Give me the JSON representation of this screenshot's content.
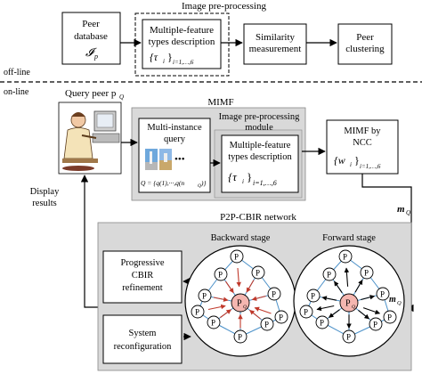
{
  "offline": {
    "section_label": "off-line",
    "header": "Image pre-processing",
    "peer_database": {
      "line1": "Peer",
      "line2": "database",
      "symbol": "𝓘",
      "subscript": "p"
    },
    "mfeature": {
      "line1": "Multiple-feature",
      "line2": "types description",
      "formula": "{τ",
      "formula_sub": "i",
      "formula_end": "}",
      "formula_range": "i=1,…,6"
    },
    "similarity": {
      "line1": "Similarity",
      "line2": "measurement"
    },
    "clustering": {
      "line1": "Peer",
      "line2": "clustering"
    }
  },
  "online": {
    "section_label": "on-line",
    "query_peer": "Query peer p",
    "query_peer_sub": "Q",
    "display_results": {
      "line1": "Display",
      "line2": "results"
    },
    "mimf_title": "MIMF",
    "multi_instance": {
      "line1": "Multi-instance",
      "line2": "query",
      "ellipsis": "•••",
      "set": "Q = {q(1),···,q(n",
      "set_sub": "Q",
      "set_end": ")}"
    },
    "preproc_module": {
      "line1": "Image pre-processing",
      "line2": "module"
    },
    "mfeature2": {
      "line1": "Multiple-feature",
      "line2": "types description",
      "formula": "{τ",
      "formula_sub": "i",
      "formula_end": "}",
      "formula_range": "i=1,…,6"
    },
    "mimf_ncc": {
      "line1": "MIMF by",
      "line2": "NCC",
      "formula": "{w",
      "formula_sub": "i",
      "formula_end": "}",
      "formula_range": "i=1,…,6"
    },
    "mq_label": "m",
    "mq_sub": "Q"
  },
  "network": {
    "title": "P2P-CBIR network",
    "backward": "Backward stage",
    "forward": "Forward stage",
    "progressive": {
      "line1": "Progressive",
      "line2": "CBIR",
      "line3": "refinement"
    },
    "system": {
      "line1": "System",
      "line2": "reconfiguration"
    },
    "peer_label": "P",
    "peer_center_sub": "Q",
    "forward_mq": "m",
    "forward_mq_sub": "Q"
  },
  "colors": {
    "panel": "#d9d9d9",
    "panel_inner": "#d2d2d2",
    "link": "#4a90c8",
    "arrow_red": "#c0392b",
    "box_stroke": "#000000"
  }
}
